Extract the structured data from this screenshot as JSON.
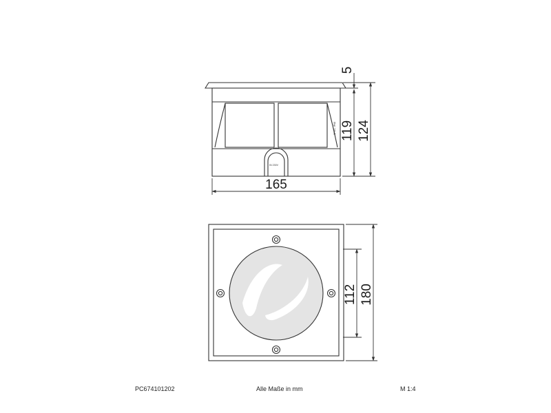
{
  "dimensions": {
    "side_view": {
      "flange_height": "5",
      "body_height": "119",
      "total_height": "124",
      "width": "165"
    },
    "top_view": {
      "lens_diameter": "112",
      "plate_size": "180"
    }
  },
  "tiny_labels": {
    "side_label": "SPEC. IP68",
    "cable_label": "IN 230V"
  },
  "footer": {
    "article_number": "PC674101202",
    "units_note": "Alle Maße in mm",
    "scale": "M 1:4"
  },
  "colors": {
    "line": "#333333",
    "lens_fill": "#e4e4e4",
    "reflection": "#ffffff"
  }
}
